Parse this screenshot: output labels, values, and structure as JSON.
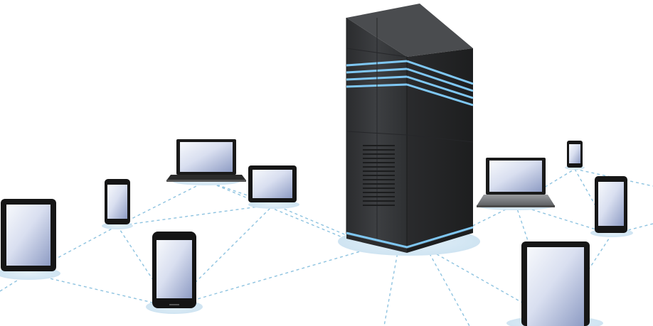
{
  "scene": {
    "subject": "server-network-illustration",
    "colors": {
      "background": "#ffffff",
      "link_line": "#8ec3e0",
      "glow": "#7fc7f3",
      "base_ellipse": "#dcecf6",
      "server_front": "#343638",
      "server_side": "#232425",
      "server_top": "#4a4c4f",
      "device_body": "#161616",
      "screen_light": "#f5f7fb",
      "screen_dark": "#9aa8cc"
    },
    "devices": [
      {
        "kind": "tablet",
        "name": "tablet-left"
      },
      {
        "kind": "phone",
        "name": "phone-left"
      },
      {
        "kind": "laptop",
        "name": "laptop-top-center"
      },
      {
        "kind": "tablet",
        "name": "tablet-small-center"
      },
      {
        "kind": "phone",
        "name": "phone-large-center"
      },
      {
        "kind": "server",
        "name": "server-tower"
      },
      {
        "kind": "laptop",
        "name": "laptop-right"
      },
      {
        "kind": "phone",
        "name": "phone-small-right"
      },
      {
        "kind": "phone",
        "name": "phone-right"
      },
      {
        "kind": "tablet",
        "name": "tablet-bottom-right"
      }
    ]
  }
}
